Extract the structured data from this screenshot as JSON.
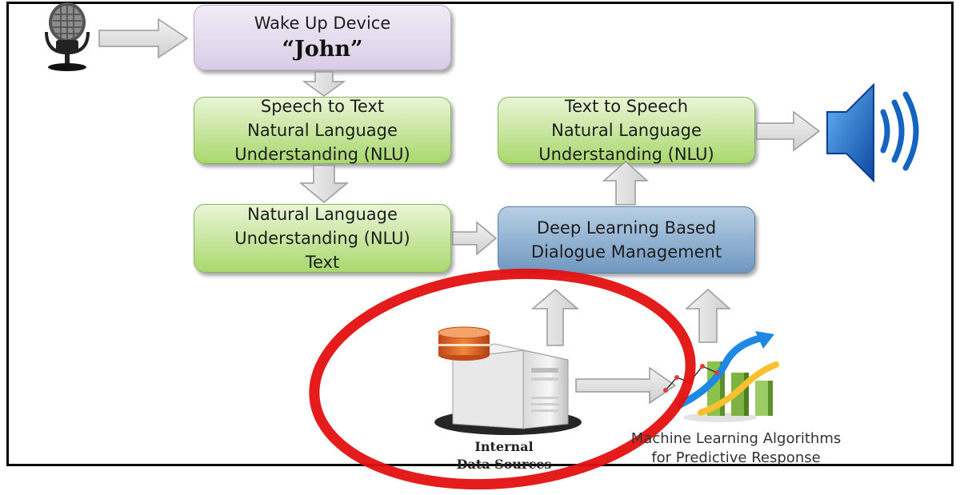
{
  "boxes": {
    "wake": {
      "line1": "Wake Up Device",
      "line2": "“John”"
    },
    "stt": {
      "lines": [
        "Speech to Text",
        "Natural Language",
        "Understanding (NLU)"
      ]
    },
    "nlu": {
      "lines": [
        "Natural Language",
        "Understanding (NLU)",
        "Text"
      ]
    },
    "tts": {
      "lines": [
        "Text to Speech",
        "Natural Language",
        "Understanding (NLU)"
      ]
    },
    "dm": {
      "lines": [
        "Deep Learning Based",
        "Dialogue Management"
      ]
    }
  },
  "labels": {
    "internal": [
      "Internal",
      "Data Sources"
    ],
    "ml": [
      "Machine Learning Algorithms",
      "for Predictive Response"
    ]
  },
  "icons": [
    "microphone-icon",
    "speaker-icon",
    "database-server-icon",
    "chart-icon"
  ],
  "colors": {
    "purple_box": "#d9cde6",
    "green_box": "#a9d86e",
    "blue_box": "#6f97c0",
    "arrow": "#dcdcdc",
    "highlight_circle": "#e31010",
    "speaker": "#1565c0"
  }
}
